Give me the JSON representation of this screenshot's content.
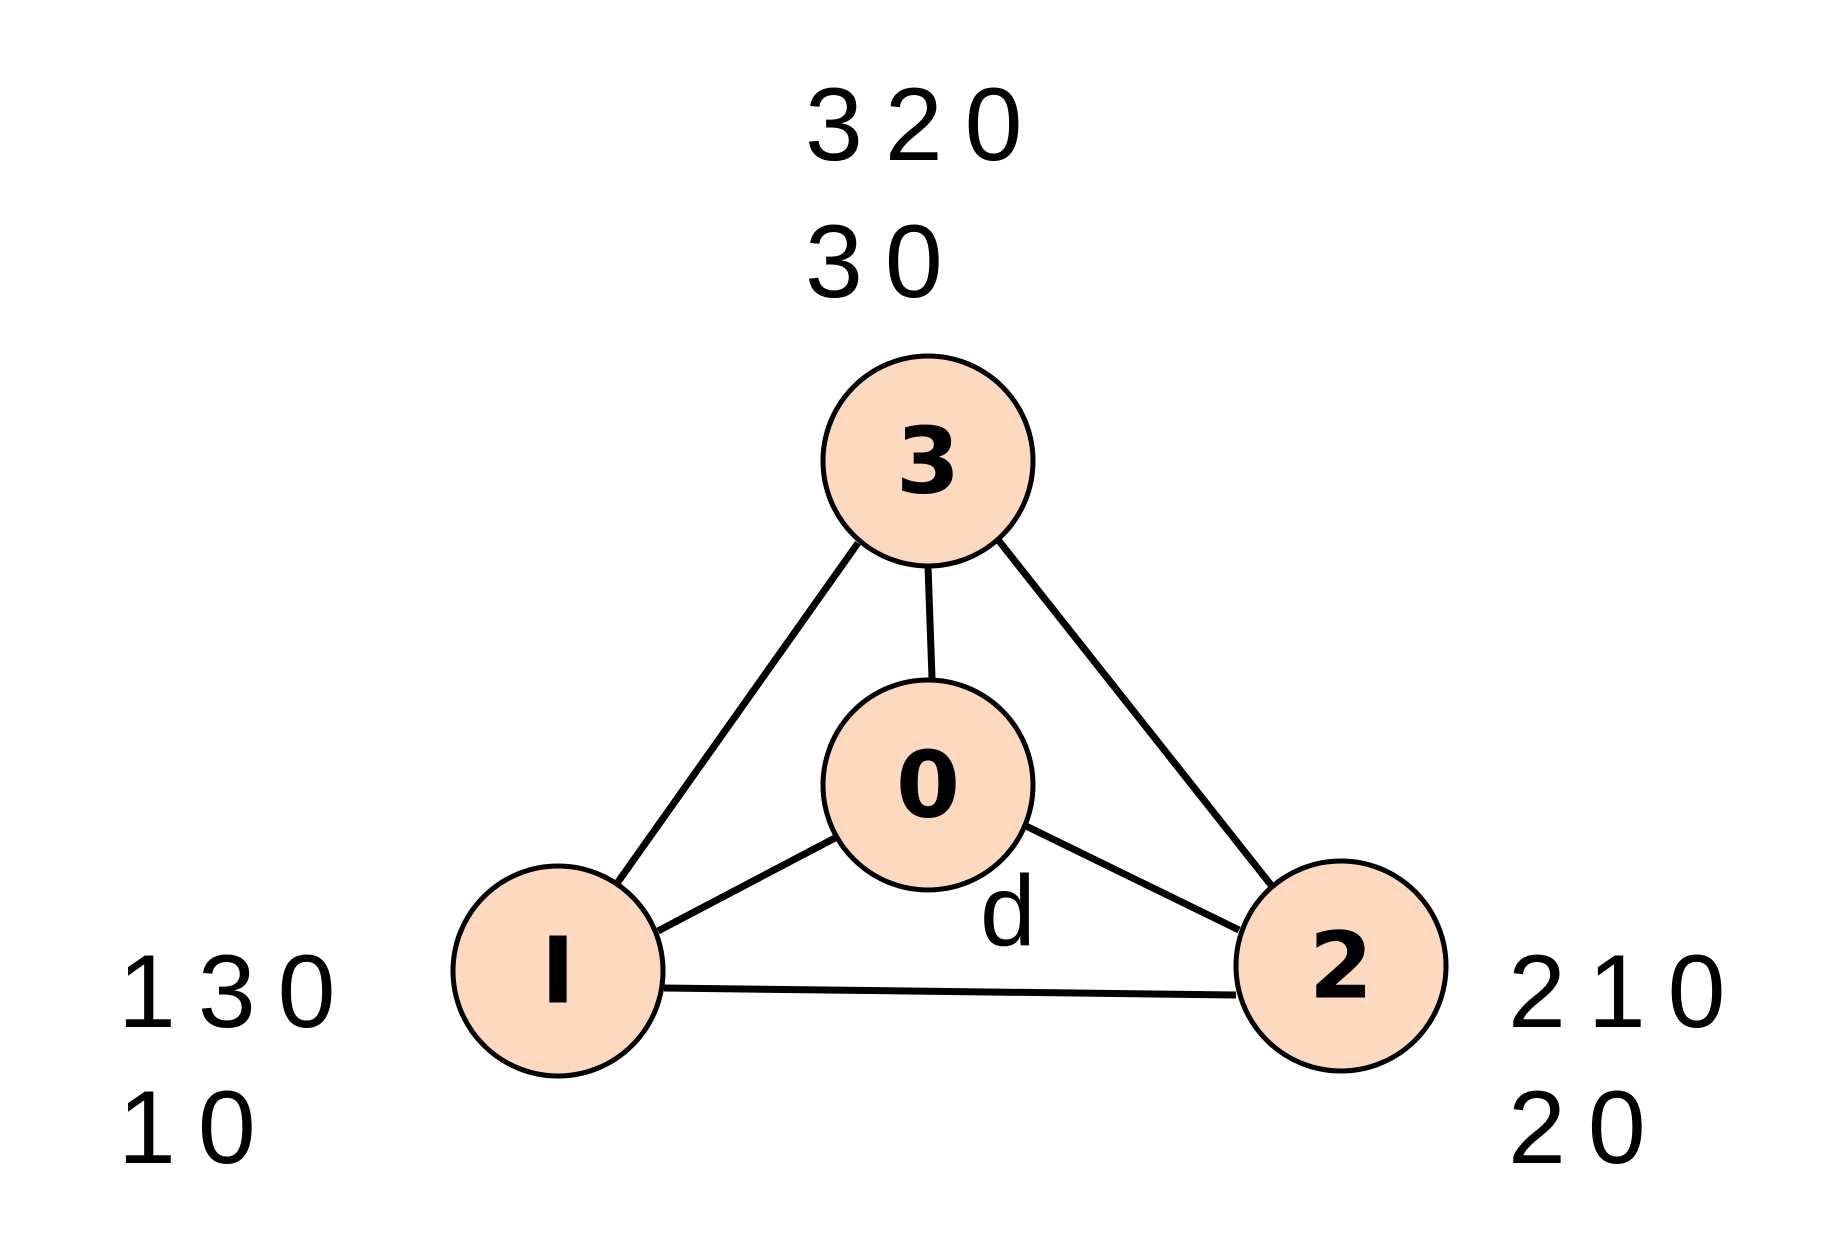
{
  "colors": {
    "node_fill": "#fdd9c0",
    "stroke": "#000000",
    "background": "#ffffff"
  },
  "nodes": [
    {
      "id": "3",
      "label": "3"
    },
    {
      "id": "0",
      "label": "0"
    },
    {
      "id": "1",
      "label": "I"
    },
    {
      "id": "2",
      "label": "2"
    }
  ],
  "edges": [
    {
      "from": "3",
      "to": "0"
    },
    {
      "from": "3",
      "to": "1"
    },
    {
      "from": "3",
      "to": "2"
    },
    {
      "from": "0",
      "to": "1"
    },
    {
      "from": "0",
      "to": "2"
    },
    {
      "from": "1",
      "to": "2"
    }
  ],
  "edge_label": "d",
  "annotations": {
    "node3": {
      "line1": "320",
      "line2": "30"
    },
    "node1": {
      "line1": "130",
      "line2": "10"
    },
    "node2": {
      "line1": "210",
      "line2": "20"
    }
  }
}
